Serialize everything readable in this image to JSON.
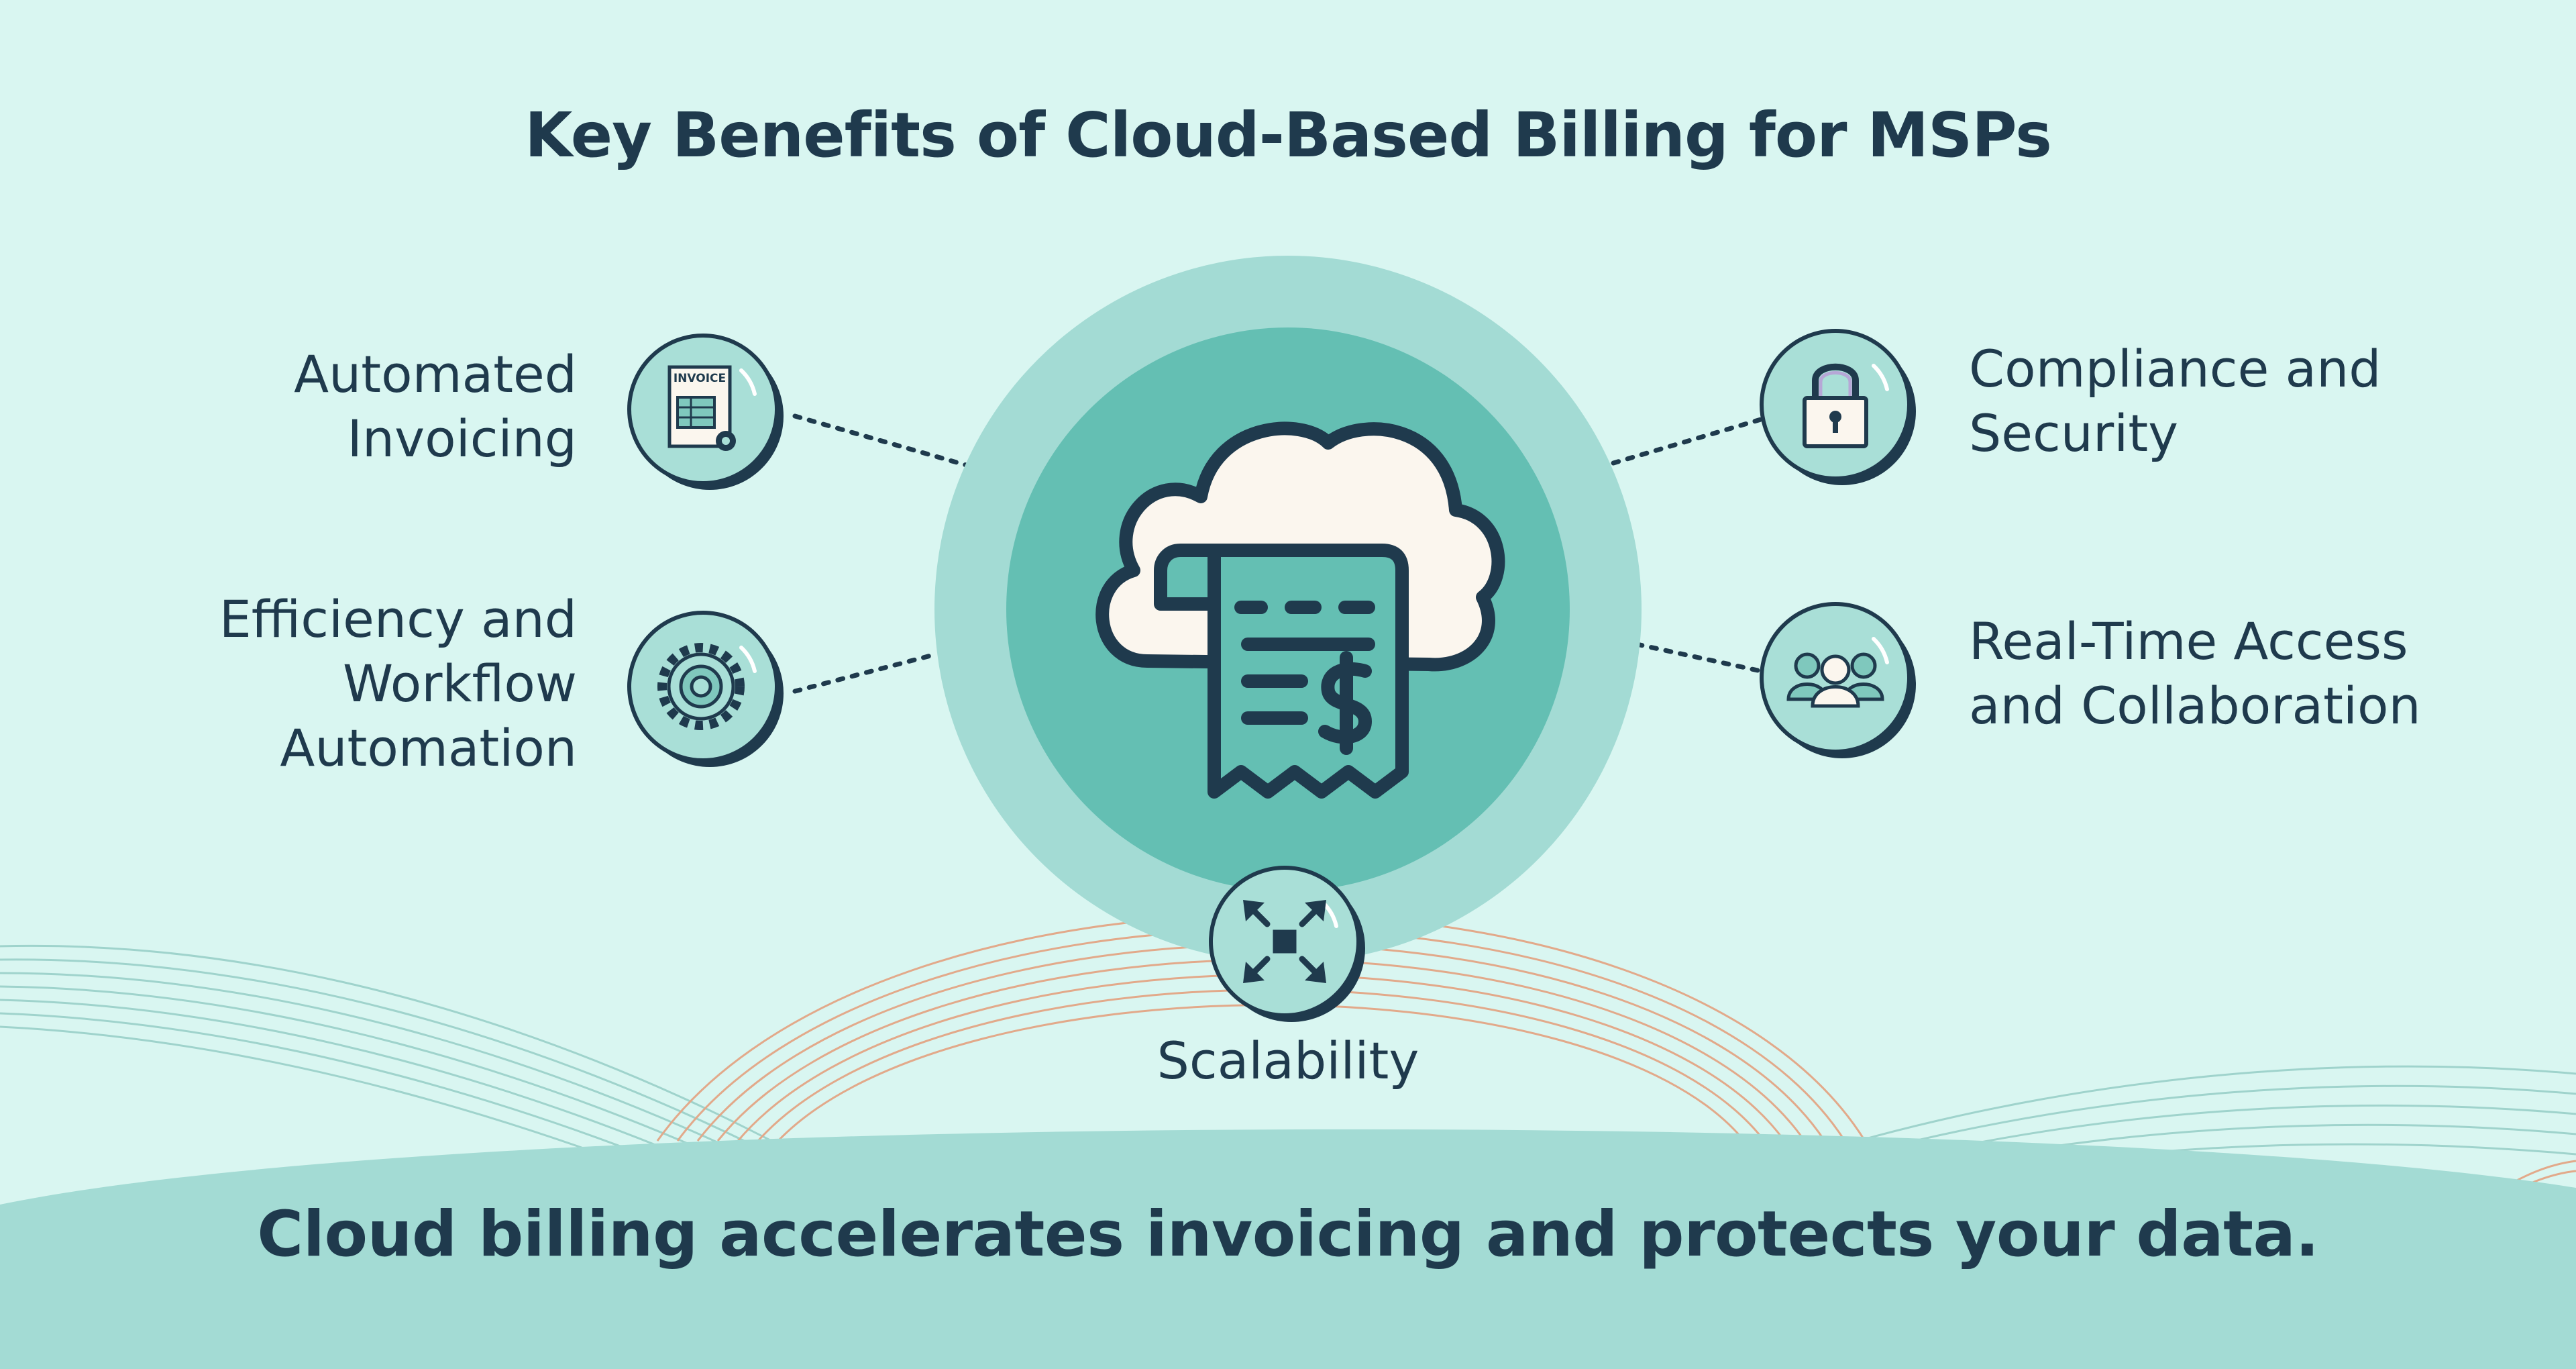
{
  "title": "Key Benefits of Cloud-Based Billing for MSPs",
  "center": {
    "icon": "cloud-invoice-dollar-icon"
  },
  "benefits": [
    {
      "label": "Automated\nInvoicing",
      "icon": "invoice-icon",
      "icon_text": "INVOICE"
    },
    {
      "label": "Efficiency and\nWorkflow\nAutomation",
      "icon": "gear-icon"
    },
    {
      "label": "Compliance and\nSecurity",
      "icon": "padlock-icon"
    },
    {
      "label": "Real-Time Access\nand Collaboration",
      "icon": "users-icon"
    },
    {
      "label": "Scalability",
      "icon": "expand-arrows-icon"
    }
  ],
  "footer": "Cloud billing accelerates invoicing and protects your data.",
  "colors": {
    "background": "#d9f6f1",
    "outer_ring": "#a3dbd4",
    "inner_circle": "#64bfb3",
    "node_fill": "#a9dfd7",
    "ink": "#1f3a4d",
    "paper": "#fbf6ee",
    "accent_lines": "#e2a98a"
  }
}
